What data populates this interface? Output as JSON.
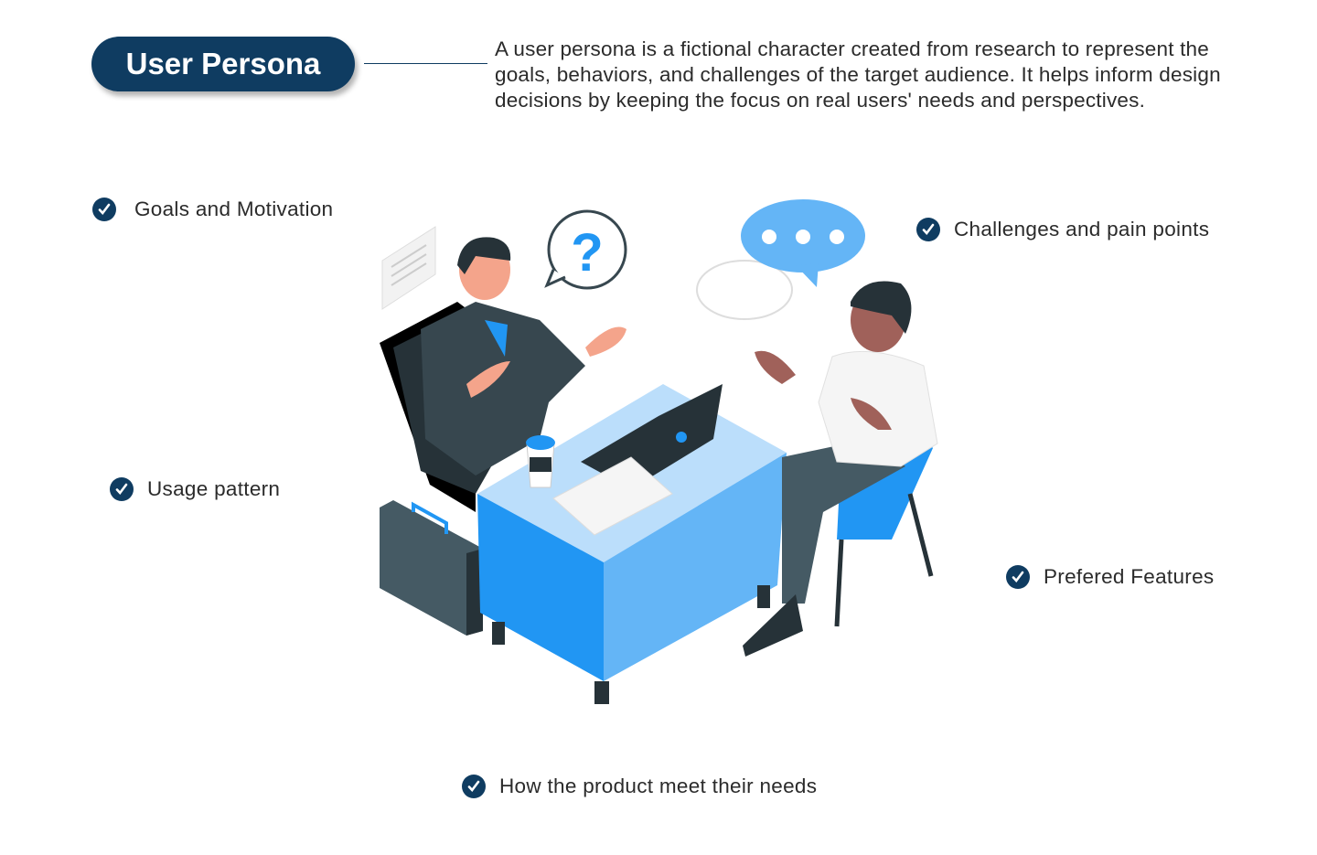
{
  "header": {
    "title": "User Persona",
    "description": "A user persona is a fictional character created from research to represent the goals, behaviors, and challenges of the target audience. It helps inform design decisions by keeping the focus on real users' needs and perspectives."
  },
  "items": [
    {
      "label": "Goals and Motivation",
      "icon": "check-circle-icon"
    },
    {
      "label": "Challenges and pain points",
      "icon": "check-circle-icon"
    },
    {
      "label": "Usage pattern",
      "icon": "check-circle-icon"
    },
    {
      "label": "Prefered Features",
      "icon": "check-circle-icon"
    },
    {
      "label": "How the product meet their needs",
      "icon": "check-circle-icon"
    }
  ],
  "colors": {
    "navy": "#0f3c61",
    "blue": "#2196f3",
    "light_blue": "#64b5f6"
  }
}
